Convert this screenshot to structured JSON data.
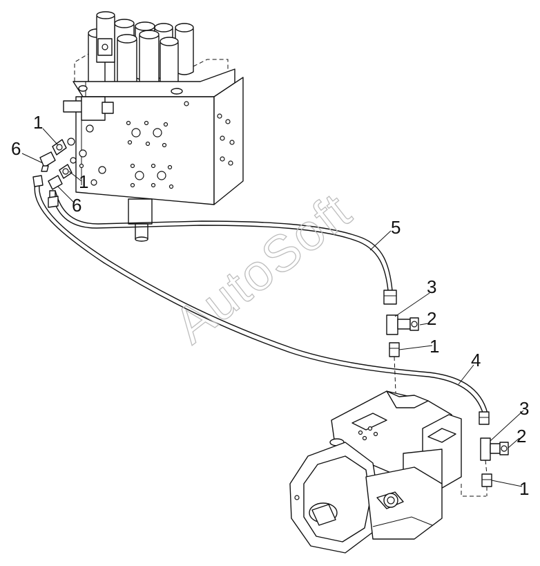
{
  "watermark": "AutoSoft",
  "callouts": {
    "fitting_tl": "1",
    "elbow_tl": "6",
    "fitting_ml": "1",
    "elbow_ml": "6",
    "hose_upper": "5",
    "tee_upper": "3",
    "plug_upper": "2",
    "adapter_upper": "1",
    "hose_lower": "4",
    "tee_lower": "3",
    "plug_lower": "2",
    "adapter_lower": "1"
  }
}
